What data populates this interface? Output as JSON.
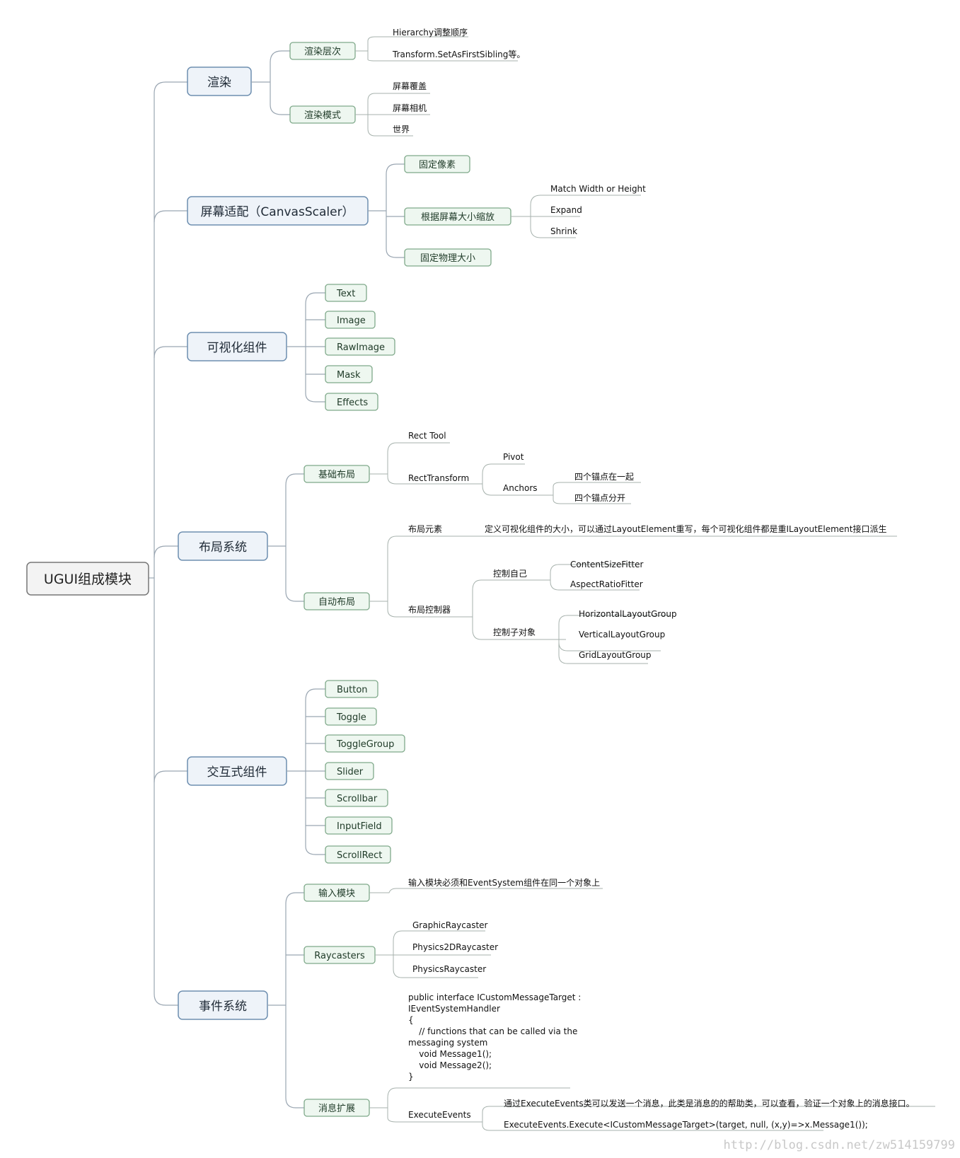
{
  "root": "UGUI组成模块",
  "render": {
    "title": "渲染",
    "layer": {
      "label": "渲染层次",
      "items": [
        "Hierarchy调整顺序",
        "Transform.SetAsFirstSibling等。"
      ]
    },
    "mode": {
      "label": "渲染模式",
      "items": [
        "屏幕覆盖",
        "屏幕相机",
        "世界"
      ]
    }
  },
  "screen": {
    "title": "屏幕适配（CanvasScaler）",
    "fixed_pixel": "固定像素",
    "scale_with_screen": {
      "label": "根据屏幕大小缩放",
      "items": [
        "Match Width or Height",
        "Expand",
        "Shrink"
      ]
    },
    "fixed_physical": "固定物理大小"
  },
  "visual": {
    "title": "可视化组件",
    "items": [
      "Text",
      "Image",
      "RawImage",
      "Mask",
      "Effects"
    ]
  },
  "layout": {
    "title": "布局系统",
    "basic": {
      "label": "基础布局",
      "rect_tool": "Rect Tool",
      "rect_transform": "RectTransform",
      "pivot": "Pivot",
      "anchors": "Anchors",
      "anchor_items": [
        "四个锚点在一起",
        "四个锚点分开"
      ]
    },
    "auto": {
      "label": "自动布局",
      "element": "布局元素",
      "element_desc": "定义可视化组件的大小，可以通过LayoutElement重写，每个可视化组件都是重ILayoutElement接口派生",
      "controller": "布局控制器",
      "self": "控制自己",
      "self_items": [
        "ContentSizeFitter",
        "AspectRatioFitter"
      ],
      "children": "控制子对象",
      "children_items": [
        "HorizontalLayoutGroup",
        "VerticalLayoutGroup",
        "GridLayoutGroup"
      ]
    }
  },
  "interactive": {
    "title": "交互式组件",
    "items": [
      "Button",
      "Toggle",
      "ToggleGroup",
      "Slider",
      "Scrollbar",
      "InputField",
      "ScrollRect"
    ]
  },
  "events": {
    "title": "事件系统",
    "input": {
      "label": "输入模块",
      "desc": "输入模块必须和EventSystem组件在同一个对象上"
    },
    "raycasters": {
      "label": "Raycasters",
      "items": [
        "GraphicRaycaster",
        "Physics2DRaycaster",
        "PhysicsRaycaster"
      ]
    },
    "message": {
      "label": "消息扩展",
      "code_lines": [
        "public interface ICustomMessageTarget :",
        "IEventSystemHandler",
        "{",
        "    // functions that can be called via the",
        "messaging system",
        "    void Message1();",
        "    void Message2();",
        "}"
      ],
      "execute": "ExecuteEvents",
      "execute_items": [
        "通过ExecuteEvents类可以发送一个消息，此类是消息的的帮助类，可以查看，验证一个对象上的消息接口。",
        "ExecuteEvents.Execute<ICustomMessageTarget>(target, null, (x,y)=>x.Message1());"
      ]
    }
  },
  "watermark": "http://blog.csdn.net/zw514159799"
}
